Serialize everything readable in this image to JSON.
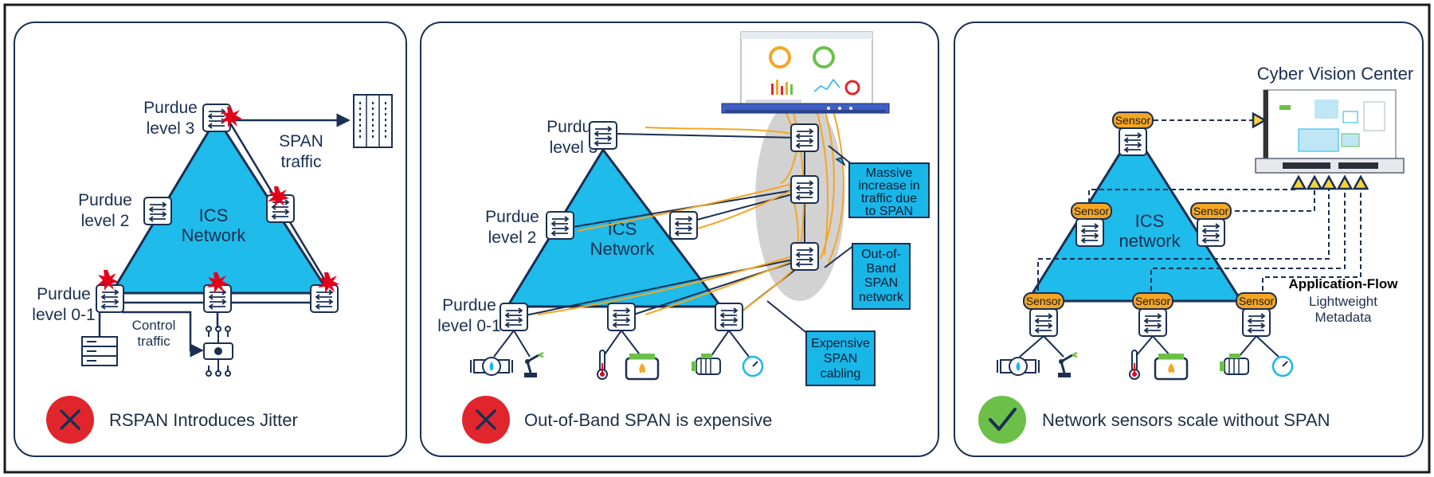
{
  "colors": {
    "triangle": "#1fbbea",
    "triangle_stroke": "#1a2f52",
    "accent_orange": "#f5a623",
    "callout": "#19b7e8",
    "bad": "#e0262c",
    "good": "#6cc04a",
    "alert": "#e2001a"
  },
  "panel1": {
    "purdue3": [
      "Purdue",
      "level 3"
    ],
    "purdue2": [
      "Purdue",
      "level 2"
    ],
    "purdue01": [
      "Purdue",
      "level 0-1"
    ],
    "network": [
      "ICS",
      "Network"
    ],
    "span_traffic": [
      "SPAN",
      "traffic"
    ],
    "control_traffic": [
      "Control",
      "traffic"
    ],
    "caption": "RSPAN Introduces Jitter",
    "status": "bad"
  },
  "panel2": {
    "purdue3": [
      "Purdue",
      "level 3"
    ],
    "purdue2": [
      "Purdue",
      "level 2"
    ],
    "purdue01": [
      "Purdue",
      "level 0-1"
    ],
    "network": [
      "ICS",
      "Network"
    ],
    "callout_massive": [
      "Massive",
      "increase in",
      "traffic due",
      "to SPAN"
    ],
    "callout_oob": [
      "Out-of-",
      "Band",
      "SPAN",
      "network"
    ],
    "callout_cabling": [
      "Expensive",
      "SPAN",
      "cabling"
    ],
    "caption": "Out-of-Band SPAN is expensive",
    "status": "bad"
  },
  "panel3": {
    "title": "Cyber Vision Center",
    "network": [
      "ICS",
      "network"
    ],
    "sensor_label": "Sensor",
    "app_flow": "Application-Flow",
    "metadata": [
      "Lightweight",
      "Metadata"
    ],
    "caption": "Network sensors scale without SPAN",
    "status": "good"
  },
  "icons": [
    "switch-icon",
    "alert-burst-icon",
    "server-rack-icon",
    "plc-icon",
    "controller-icon",
    "valve-icon",
    "robot-arm-icon",
    "thermometer-icon",
    "heater-icon",
    "pump-icon",
    "gauge-icon",
    "dashboard-screen-icon",
    "appliance-icon",
    "x-icon",
    "check-icon"
  ]
}
